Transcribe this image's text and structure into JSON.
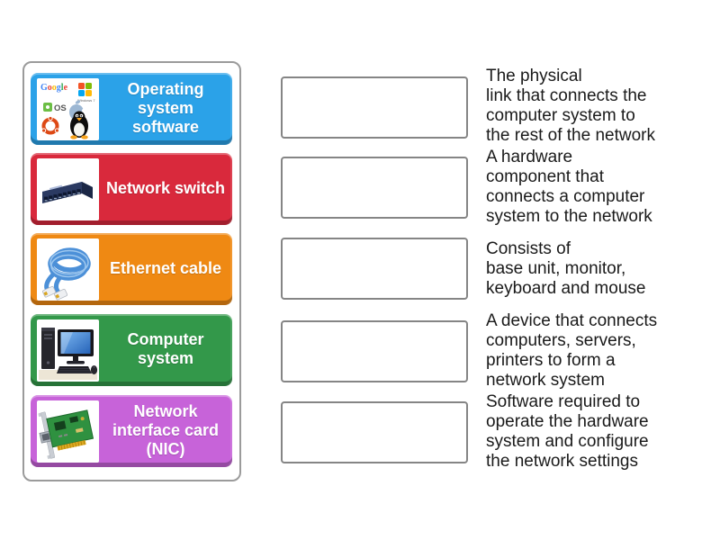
{
  "keywords_panel": {
    "cards": [
      {
        "label": "Operating system software",
        "color": "#2BA2E8",
        "image": "os-logos-image"
      },
      {
        "label": "Network switch",
        "color": "#D9293C",
        "image": "network-switch-image"
      },
      {
        "label": "Ethernet cable",
        "color": "#EF8913",
        "image": "ethernet-cable-image"
      },
      {
        "label": "Computer system",
        "color": "#33984A",
        "image": "computer-system-image"
      },
      {
        "label": "Network interface card (NIC)",
        "color": "#C763D9",
        "image": "network-interface-card-image"
      }
    ]
  },
  "answer_slots": {
    "count": 5,
    "border_color": "#858585"
  },
  "definitions": [
    {
      "text": "The physical\nlink that connects the\ncomputer system to\nthe rest of the network"
    },
    {
      "text": "A hardware\ncomponent that\nconnects a computer\nsystem to the network"
    },
    {
      "text": "Consists of\nbase unit, monitor,\nkeyboard and mouse"
    },
    {
      "text": "A device that connects\ncomputers, servers,\nprinters to form a\nnetwork system"
    },
    {
      "text": "Software required to\noperate the hardware\nsystem and configure\nthe network settings"
    }
  ]
}
